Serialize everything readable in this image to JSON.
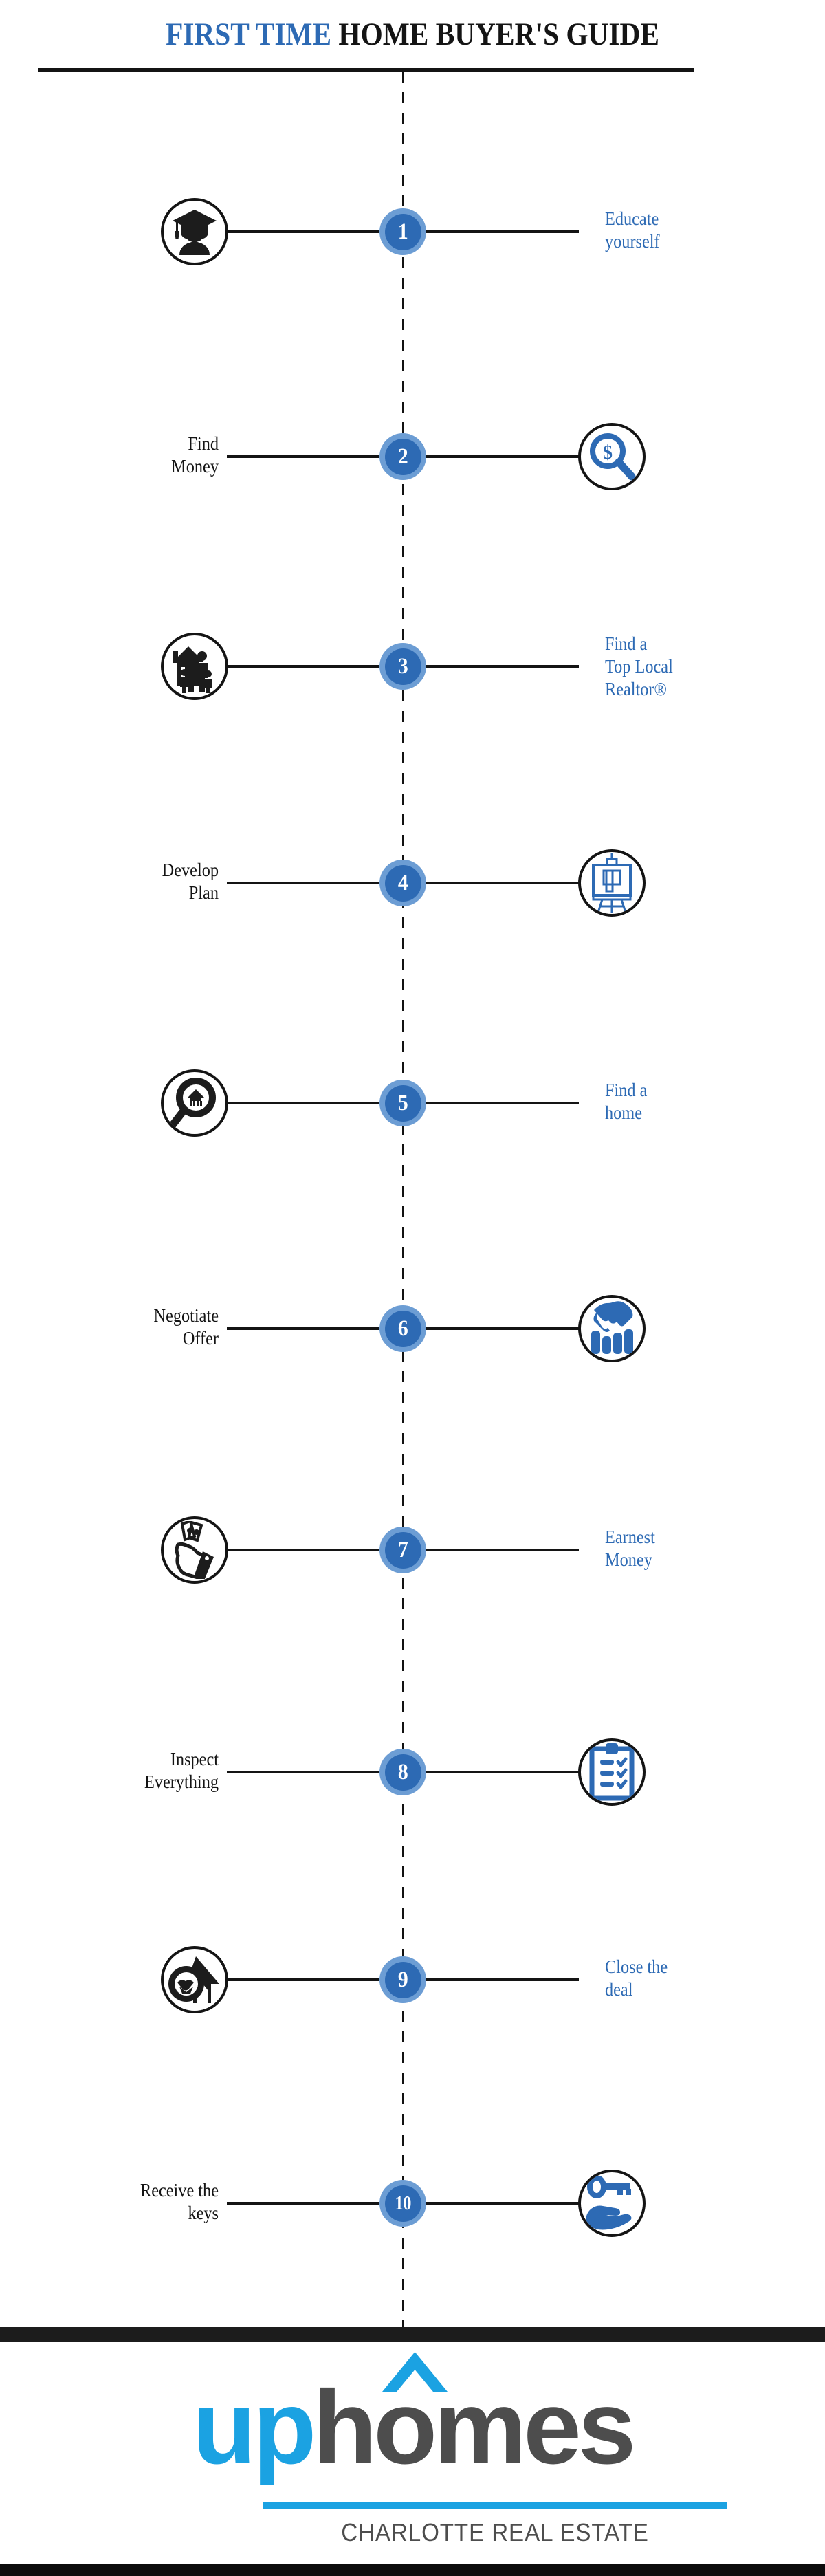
{
  "header": {
    "title_blue": "FIRST TIME",
    "title_black": "HOME BUYER'S GUIDE",
    "accent_color": "#2d6ab4",
    "rule_color": "#141414"
  },
  "colors": {
    "brand_blue": "#2d6ab4",
    "badge_ring": "#6c9dd4",
    "badge_fill": "#2d6ab4",
    "ink": "#141414",
    "logo_cyan": "#1ba2e2",
    "logo_gray": "#4d4d4d"
  },
  "steps": [
    {
      "number": "1",
      "label": "Educate\nyourself",
      "label_side": "right",
      "icon_side": "left",
      "icon_name": "graduate-icon",
      "label_color": "#2d6ab4"
    },
    {
      "number": "2",
      "label": "Find\nMoney",
      "label_side": "left",
      "icon_side": "right",
      "icon_name": "dollar-magnifier-icon",
      "label_color": "#141414"
    },
    {
      "number": "3",
      "label": "Find a\nTop Local\nRealtor®",
      "label_side": "right",
      "icon_side": "left",
      "icon_name": "family-house-icon",
      "label_color": "#2d6ab4"
    },
    {
      "number": "4",
      "label": "Develop\nPlan",
      "label_side": "left",
      "icon_side": "right",
      "icon_name": "easel-plan-icon",
      "label_color": "#141414"
    },
    {
      "number": "5",
      "label": "Find a\nhome",
      "label_side": "right",
      "icon_side": "left",
      "icon_name": "house-magnifier-icon",
      "label_color": "#2d6ab4"
    },
    {
      "number": "6",
      "label": "Negotiate\nOffer",
      "label_side": "left",
      "icon_side": "right",
      "icon_name": "handshake-chart-icon",
      "label_color": "#141414"
    },
    {
      "number": "7",
      "label": "Earnest\nMoney",
      "label_side": "right",
      "icon_side": "left",
      "icon_name": "hand-cash-icon",
      "label_color": "#2d6ab4"
    },
    {
      "number": "8",
      "label": "Inspect\nEverything",
      "label_side": "left",
      "icon_side": "right",
      "icon_name": "clipboard-checklist-icon",
      "label_color": "#141414"
    },
    {
      "number": "9",
      "label": "Close the\ndeal",
      "label_side": "right",
      "icon_side": "left",
      "icon_name": "handshake-house-icon",
      "label_color": "#2d6ab4"
    },
    {
      "number": "10",
      "label": "Receive the\nkeys",
      "label_side": "left",
      "icon_side": "right",
      "icon_name": "hand-key-icon",
      "label_color": "#141414"
    }
  ],
  "footer": {
    "logo_up": "up",
    "logo_homes": "homes",
    "tagline": "CHARLOTTE REAL ESTATE"
  }
}
